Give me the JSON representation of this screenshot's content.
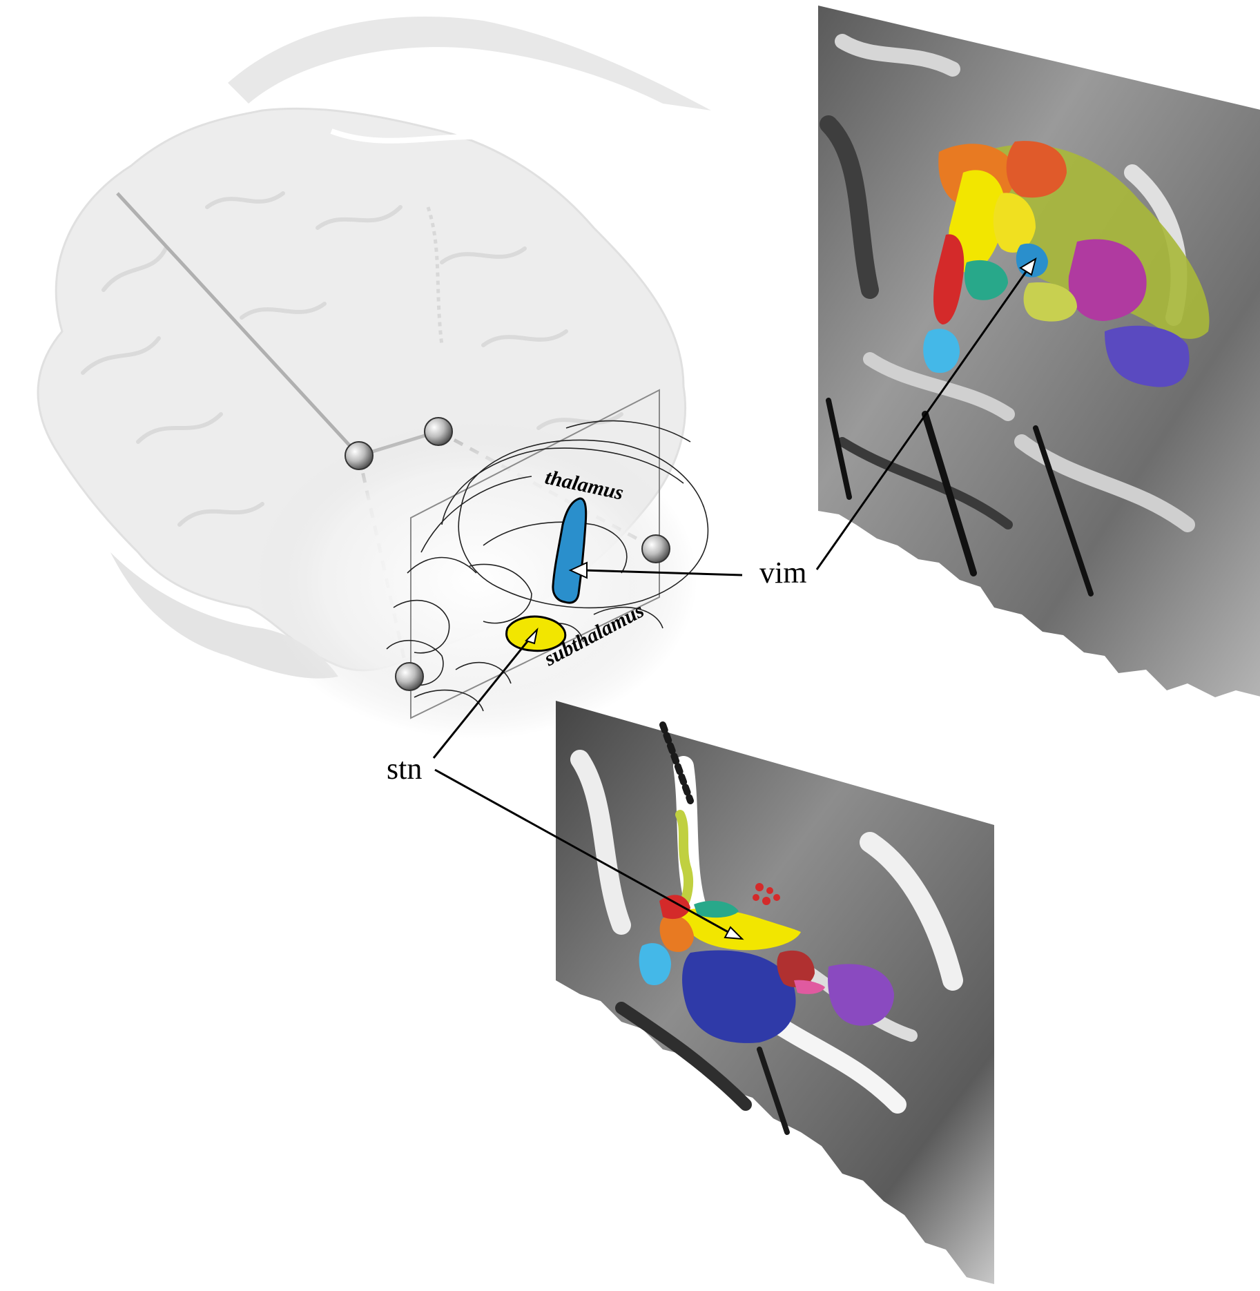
{
  "labels": {
    "thalamus": "thalamus",
    "subthalamus": "subthalamus",
    "vim": "vim",
    "stn": "stn"
  },
  "colors": {
    "vim_structure": "#2a8fcc",
    "stn_structure": "#f2e600",
    "brain_surface": "#ececec",
    "mri_gray": "#808080"
  }
}
